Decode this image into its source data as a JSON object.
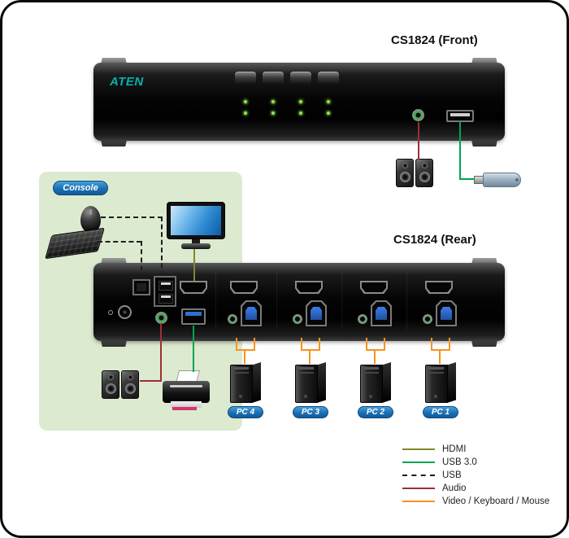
{
  "titles": {
    "front": "CS1824 (Front)",
    "rear": "CS1824 (Rear)"
  },
  "device": {
    "brand": "ATEN"
  },
  "console": {
    "label": "Console"
  },
  "pcs": [
    {
      "label": "PC 4"
    },
    {
      "label": "PC 3"
    },
    {
      "label": "PC 2"
    },
    {
      "label": "PC 1"
    }
  ],
  "legend": [
    {
      "label": "HDMI",
      "color": "#84862c",
      "style": "solid"
    },
    {
      "label": "USB 3.0",
      "color": "#00a551",
      "style": "solid"
    },
    {
      "label": "USB",
      "color": "#1d1d1b",
      "style": "dashed"
    },
    {
      "label": "Audio",
      "color": "#9a3132",
      "style": "solid"
    },
    {
      "label": "Video / Keyboard / Mouse",
      "color": "#f7941e",
      "style": "solid"
    }
  ],
  "colors": {
    "console_panel_bg": "#dcead0",
    "badge_blue": "#1b6fb4",
    "brand_teal": "#00b2ad"
  }
}
